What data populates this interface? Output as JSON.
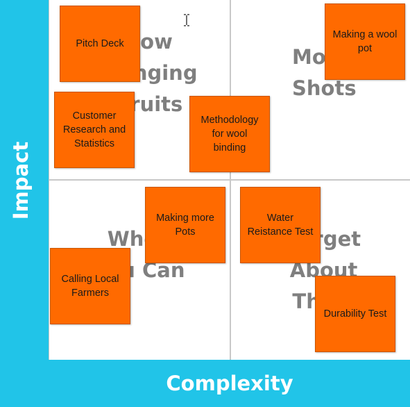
{
  "axes": {
    "y_label": "Impact",
    "x_label": "Complexity",
    "color": "#21c4e8"
  },
  "quadrants": {
    "top_left": [
      "Low",
      "Hanging",
      "Fruits"
    ],
    "top_right": [
      "Moon",
      "Shots"
    ],
    "bottom_left": [
      "When",
      "You Can"
    ],
    "bottom_right": [
      "Forget",
      "About",
      "Them"
    ]
  },
  "notes": [
    {
      "text": "Pitch Deck"
    },
    {
      "text": "Customer Research and Statistics"
    },
    {
      "text": "Methodology for wool binding"
    },
    {
      "text": "Making a wool pot"
    },
    {
      "text": "Making more Pots"
    },
    {
      "text": "Water Reistance Test"
    },
    {
      "text": "Calling Local Farmers"
    },
    {
      "text": "Durability Test"
    }
  ],
  "note_color": "#ff6a00",
  "cursor_icon": "text-cursor-icon"
}
